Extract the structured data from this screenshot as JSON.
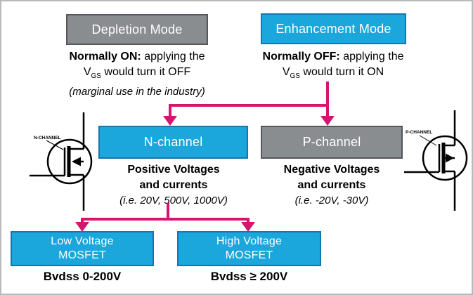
{
  "colors": {
    "cyan_fill": "#1ba6dc",
    "cyan_border": "#1377ae",
    "gray_fill": "#8a8d90",
    "gray_border": "#55575a",
    "connector_magenta": "#d5156e",
    "text_black": "#000000",
    "box_text_white": "#ffffff"
  },
  "depletion": {
    "title": "Depletion Mode",
    "line1_bold": "Normally ON:",
    "line1_rest": " applying the",
    "v": "V",
    "sub": "GS",
    "line2_rest": " would turn it OFF",
    "line3": "(marginal use in the industry)"
  },
  "enhancement": {
    "title": "Enhancement Mode",
    "line1_bold": "Normally OFF:",
    "line1_rest": " applying the",
    "v": "V",
    "sub": "GS",
    "line2_rest": " would turn it ON"
  },
  "nchannel": {
    "title": "N-channel",
    "line1": "Positive Voltages",
    "line2": "and currents",
    "line3": "(i.e. 20V, 500V, 1000V)",
    "symbol_label": "N-CHANNEL"
  },
  "pchannel": {
    "title": "P-channel",
    "line1": "Negative Voltages",
    "line2": "and currents",
    "line3": "(i.e. -20V, -30V)",
    "symbol_label": "P-CHANNEL"
  },
  "low_voltage": {
    "line1": "Low Voltage",
    "line2": "MOSFET",
    "caption": "Bvdss 0-200V"
  },
  "high_voltage": {
    "line1": "High Voltage",
    "line2": "MOSFET",
    "caption": "Bvdss ≥ 200V"
  }
}
